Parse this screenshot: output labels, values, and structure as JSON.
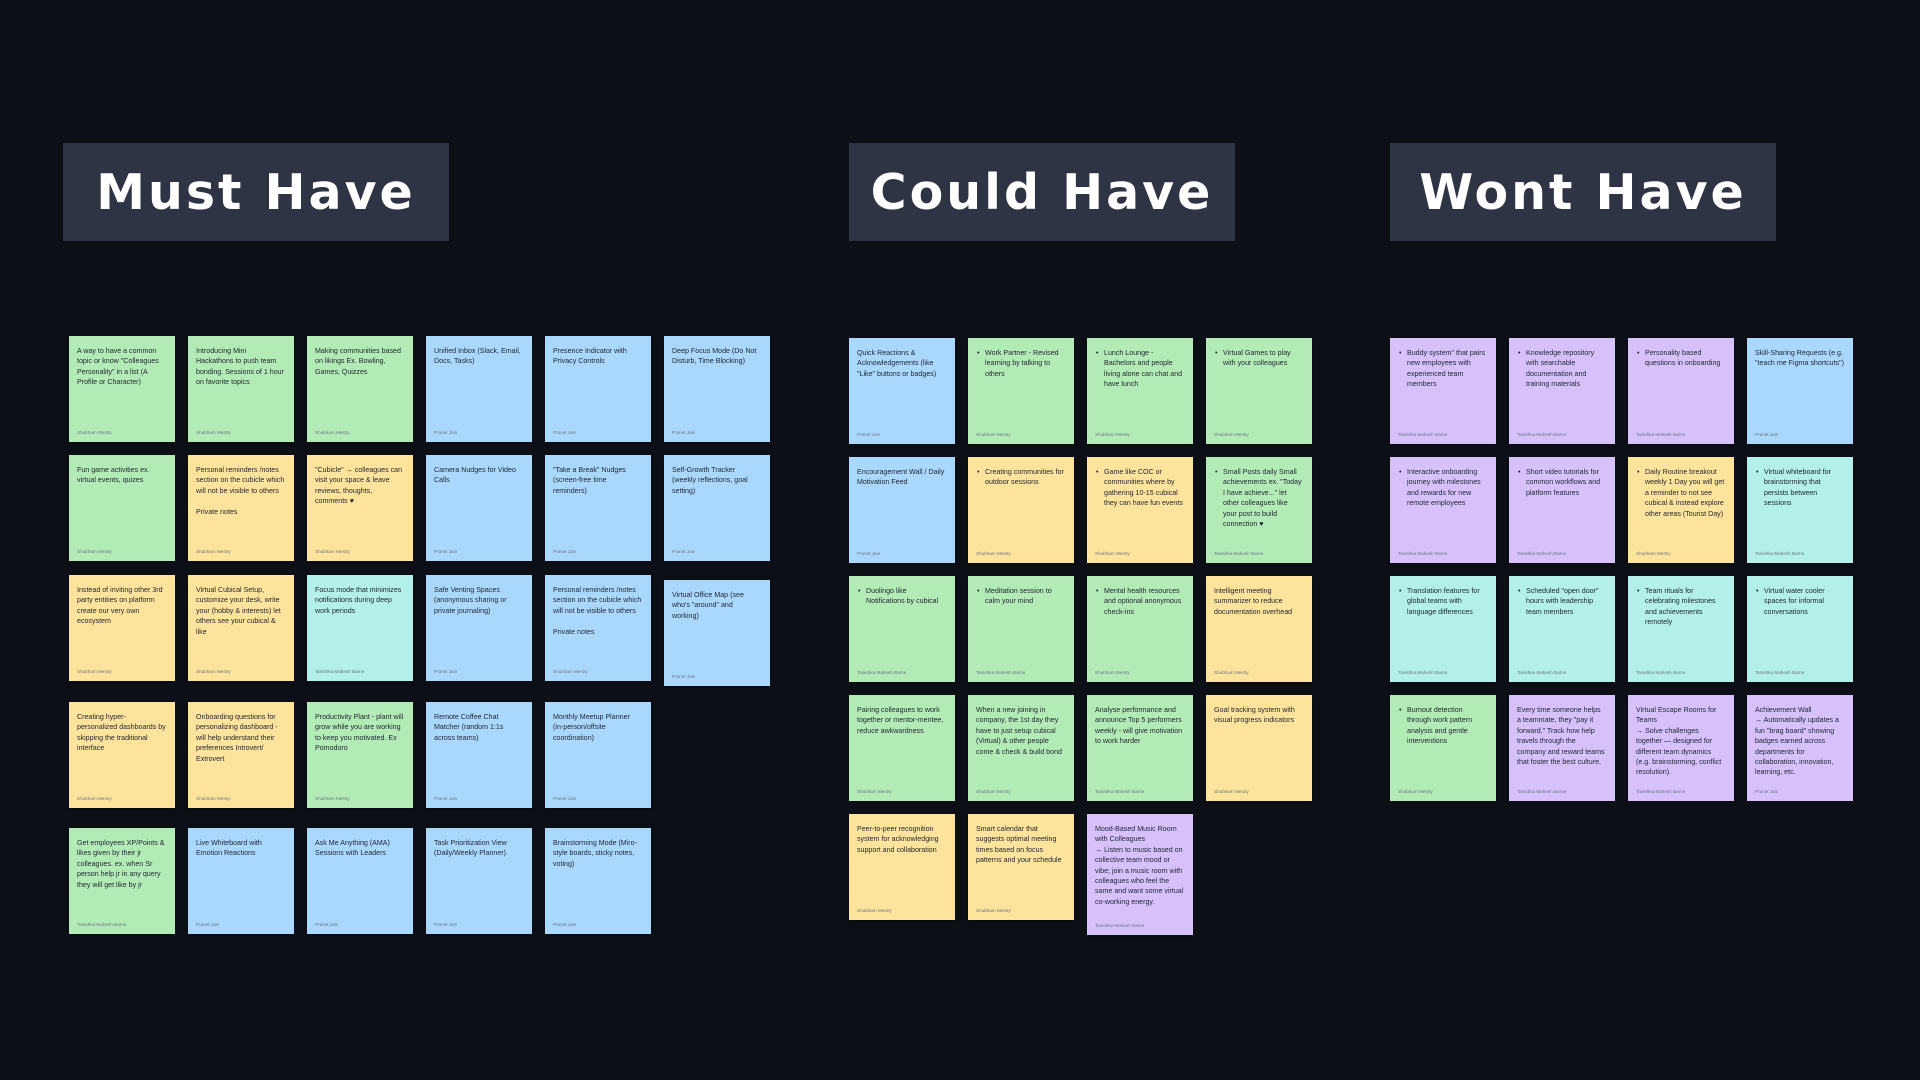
{
  "board": {
    "columns": [
      {
        "title": "Must Have"
      },
      {
        "title": "Could Have"
      },
      {
        "title": "Wont Have"
      }
    ]
  },
  "colors": {
    "background": "#0d0f17",
    "header": "#2e3444",
    "green": "#b3ebb6",
    "yellow": "#fde39c",
    "blue": "#aad8fd",
    "teal": "#b2f0e9",
    "purple": "#d6c1fb"
  },
  "notes": [
    {
      "color": "green",
      "text": "A way to have a common topic or know \"Colleagues Personality\" in a list (A Profile or Character)",
      "author": "Shubham Mestry"
    },
    {
      "color": "green",
      "text": "Introducing Mini Hackathons to push team bonding. Sessions of 1 hour on favorite topics",
      "author": "Shubham Mestry"
    },
    {
      "color": "green",
      "text": "Making communities based on likings Ex. Bowling, Games, Quizzes",
      "author": "Shubham Mestry"
    },
    {
      "color": "blue",
      "text": "Unified Inbox (Slack, Email, Docs, Tasks)",
      "author": "Pranet Jain"
    },
    {
      "color": "blue",
      "text": "Presence Indicator with Privacy Controls",
      "author": "Pranet Jain"
    },
    {
      "color": "blue",
      "text": "Deep Focus Mode (Do Not Disturb, Time Blocking)",
      "author": "Pranet Jain"
    },
    {
      "color": "green",
      "text": "Fun game activities ex. virtual events, quizes",
      "author": "Shubham Mestry"
    },
    {
      "color": "yellow",
      "text": "Personal reminders /notes section on the cubicle which will not be visible to others\n\nPrivate notes",
      "author": "Shubham Mestry"
    },
    {
      "color": "yellow",
      "text": "\"Cubicle\" → colleagues can visit your space & leave reviews, thoughts, comments ♥",
      "author": "Shubham Mestry"
    },
    {
      "color": "blue",
      "text": "Camera Nudges for Video Calls",
      "author": "Pranet Jain"
    },
    {
      "color": "blue",
      "text": "\"Take a Break\" Nudges (screen-free time reminders)",
      "author": "Pranet Jain"
    },
    {
      "color": "blue",
      "text": "Self-Growth Tracker (weekly reflections, goal setting)",
      "author": "Pranet Jain"
    },
    {
      "color": "yellow",
      "text": "Instead of inviting other 3rd party entities on platform create our very own ecosystem",
      "author": "Shubham Mestry"
    },
    {
      "color": "yellow",
      "text": "Virtual Cubical Setup, customize your desk, write your (hobby & interests) let others see your cubical & like",
      "author": "Shubham Mestry"
    },
    {
      "color": "teal",
      "text": "Focus mode that minimizes notifications during deep work periods",
      "author": "Tanishka Mahesh Barne"
    },
    {
      "color": "blue",
      "text": "Safe Venting Spaces (anonymous sharing or private journaling)",
      "author": "Pranet Jain"
    },
    {
      "color": "blue",
      "text": "Personal reminders /notes section on the cubicle which will not be visible to others\n\nPrivate notes",
      "author": "Shubham Mestry"
    },
    {
      "color": "blue",
      "text": "Virtual Office Map (see who's \"around\" and working)",
      "author": "Pranet Jain"
    },
    {
      "color": "yellow",
      "text": "Creating hyper-personalized dashboards by skipping the traditional interface",
      "author": "Shubham Mestry"
    },
    {
      "color": "yellow",
      "text": "Onboarding questions for personalizing dashboard - will help understand their preferences Introvert/ Extrovert",
      "author": "Shubham Mestry"
    },
    {
      "color": "green",
      "text": "Productivity Plant - plant will grow while you are working to keep you motivated. Ex Pomodoro",
      "author": "Shubham Mestry"
    },
    {
      "color": "blue",
      "text": "Remote Coffee Chat Matcher (random 1:1s across teams)",
      "author": "Pranet Jain"
    },
    {
      "color": "blue",
      "text": "Monthly Meetup Planner (in-person/offsite coordination)",
      "author": "Pranet Jain"
    },
    {
      "color": "green",
      "text": "Get employees XP/Points & likes given by their jr colleagues. ex. when Sr person help jr in any query they will get like by jr",
      "author": "Tanishka Mahesh Barne"
    },
    {
      "color": "blue",
      "text": "Live Whiteboard with Emotion Reactions",
      "author": "Pranet Jain"
    },
    {
      "color": "blue",
      "text": "Ask Me Anything (AMA) Sessions with Leaders",
      "author": "Pranet Jain"
    },
    {
      "color": "blue",
      "text": "Task Prioritization View (Daily/Weekly Planner)",
      "author": "Pranet Jain"
    },
    {
      "color": "blue",
      "text": "Brainstorming Mode (Miro-style boards, sticky notes, voting)",
      "author": "Pranet Jain"
    },
    {
      "color": "blue",
      "text": "Quick Reactions & Acknowledgements (like \"Like\" buttons or badges)",
      "author": "Pranet Jain"
    },
    {
      "color": "green",
      "bullet": true,
      "text": "Work Partner - Revised learning by talking to others",
      "author": "Shubham Mestry"
    },
    {
      "color": "green",
      "bullet": true,
      "text": "Lunch Lounge - Bachelors and people living alone can chat and have lunch",
      "author": "Shubham Mestry"
    },
    {
      "color": "green",
      "bullet": true,
      "text": "Virtual Games to play with your colleagues",
      "author": "Shubham Mestry"
    },
    {
      "color": "blue",
      "text": "Encouragement Wall / Daily Motivation Feed",
      "author": "Pranet Jain"
    },
    {
      "color": "yellow",
      "bullet": true,
      "text": "Creating communities for outdoor sessions",
      "author": "Shubham Mestry"
    },
    {
      "color": "yellow",
      "bullet": true,
      "text": "Game like COC or communities where by gathering 10-15 cubical they can have fun events",
      "author": "Shubham Mestry"
    },
    {
      "color": "green",
      "bullet": true,
      "text": "Small Posts daily Small achievements ex. \"Today I have achieve...\" let other colleagues like your post to build connection ♥",
      "author": "Tanishka Mahesh Barne"
    },
    {
      "color": "green",
      "bullet": true,
      "text": "Duolingo like Notifications by cubical",
      "author": "Tanishka Mahesh Barne"
    },
    {
      "color": "green",
      "bullet": true,
      "text": "Meditation session to calm your mind",
      "author": "Tanishka Mahesh Barne"
    },
    {
      "color": "green",
      "bullet": true,
      "text": "Mental health resources and optional anonymous check-ins",
      "author": "Shubham Mestry"
    },
    {
      "color": "yellow",
      "text": "Intelligent meeting summarizer to reduce documentation overhead",
      "author": "Shubham Mestry"
    },
    {
      "color": "green",
      "text": "Pairing colleagues to work together or mentor-mentee, reduce awkwardness",
      "author": "Shubham Mestry"
    },
    {
      "color": "green",
      "text": "When a new joining in company, the 1st day they have to just setup cubical (Virtual) & other people come & check & build bond",
      "author": "Shubham Mestry"
    },
    {
      "color": "green",
      "text": "Analyse performance and announce Top 5 performers weekly - will give motivation to work harder",
      "author": "Tanishka Mahesh Barne"
    },
    {
      "color": "yellow",
      "text": "Goal tracking system with visual progress indicators",
      "author": "Shubham Mestry"
    },
    {
      "color": "yellow",
      "text": "Peer-to-peer recognition system for acknowledging support and collaboration",
      "author": "Shubham Mestry"
    },
    {
      "color": "yellow",
      "text": "Smart calendar that suggests optimal meeting times based on focus patterns and your schedule",
      "author": "Shubham Mestry"
    },
    {
      "color": "purple",
      "text": "Mood-Based Music Room with Colleagues\n → Listen to music based on collective team mood or vibe; join a music room with colleagues who feel the same and want some virtual co-working energy.",
      "author": "Tanishka Mahesh Barne"
    },
    {
      "color": "purple",
      "bullet": true,
      "text": "Buddy system\" that pairs new employees with experienced team members",
      "author": "Tanishka Mahesh Barne"
    },
    {
      "color": "purple",
      "bullet": true,
      "text": "Knowledge repository with searchable documentation and training materials",
      "author": "Tanishka Mahesh Barne"
    },
    {
      "color": "purple",
      "bullet": true,
      "text": "Personality based questions in onboarding",
      "author": "Tanishka Mahesh Barne"
    },
    {
      "color": "blue",
      "text": "Skill-Sharing Requests (e.g. \"teach me Figma shortcuts\")",
      "author": "Pranet Jain"
    },
    {
      "color": "purple",
      "bullet": true,
      "text": "Interactive onboarding journey with milestones and rewards for new remote employees",
      "author": "Tanishka Mahesh Barne"
    },
    {
      "color": "purple",
      "bullet": true,
      "text": "Short video tutorials for common workflows and platform features",
      "author": "Tanishka Mahesh Barne"
    },
    {
      "color": "yellow",
      "bullet": true,
      "text": "Daily Routine breakout weekly 1 Day you will get a reminder to not see cubical & instead explore other areas (Tourist Day)",
      "author": "Shubham Mestry"
    },
    {
      "color": "teal",
      "bullet": true,
      "text": "Virtual whiteboard for brainstorming that persists between sessions",
      "author": "Tanishka Mahesh Barne"
    },
    {
      "color": "teal",
      "bullet": true,
      "text": "Translation features for global teams with language differences",
      "author": "Tanishka Mahesh Barne"
    },
    {
      "color": "teal",
      "bullet": true,
      "text": "Scheduled \"open door\" hours with leadership team members",
      "author": "Tanishka Mahesh Barne"
    },
    {
      "color": "teal",
      "bullet": true,
      "text": "Team rituals for celebrating milestones and achievements remotely",
      "author": "Tanishka Mahesh Barne"
    },
    {
      "color": "teal",
      "bullet": true,
      "text": "Virtual water cooler spaces for informal conversations",
      "author": "Tanishka Mahesh Barne"
    },
    {
      "color": "green",
      "bullet": true,
      "text": "Burnout detection through work pattern analysis and gentle interventions",
      "author": "Shubham Mestry"
    },
    {
      "color": "purple",
      "text": "Every time someone helps a teammate, they \"pay it forward.\" Track how help travels through the company and reward teams that foster the best culture.",
      "author": "Tanishka Mahesh Barne"
    },
    {
      "color": "purple",
      "text": "Virtual Escape Rooms for Teams\n → Solve challenges together — designed for different team dynamics (e.g. brainstorming, conflict resolution).",
      "author": "Tanishka Mahesh Barne"
    },
    {
      "color": "purple",
      "text": "Achievement Wall\n → Automatically updates a fun \"brag board\" showing badges earned across departments for collaboration, innovation, learning, etc.",
      "author": "Pranet Jain"
    }
  ]
}
